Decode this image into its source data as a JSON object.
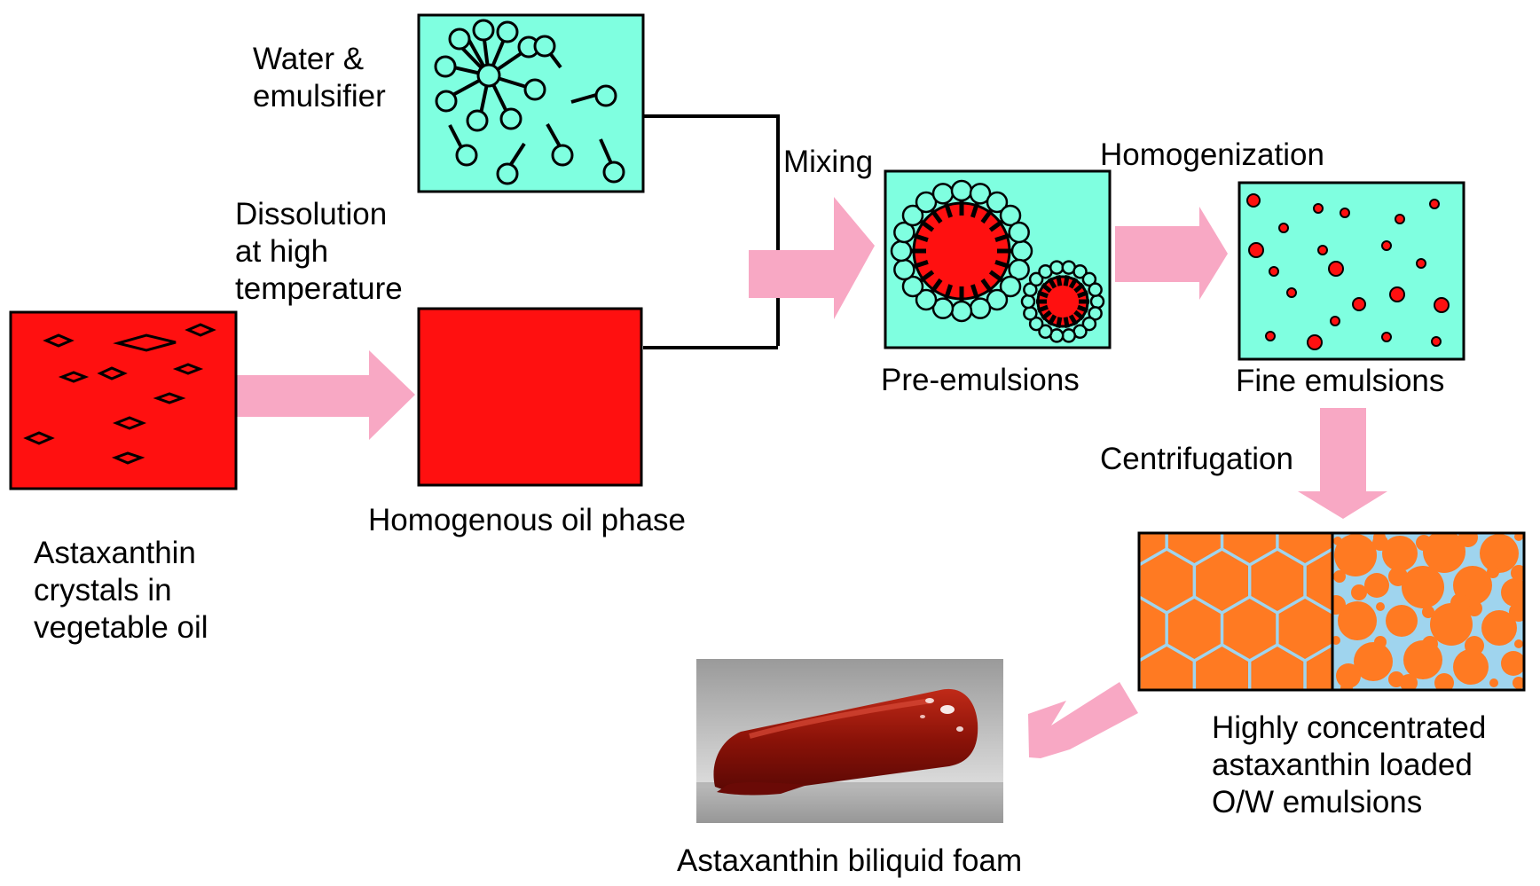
{
  "diagram": {
    "labels": {
      "water_emulsifier": "Water &\nemulsifier",
      "dissolution": "Dissolution\nat high\ntemperature",
      "mixing": "Mixing",
      "homogenization": "Homogenization",
      "pre_emulsions": "Pre-emulsions",
      "fine_emulsions": "Fine emulsions",
      "centrifugation": "Centrifugation",
      "astaxanthin_crystals": "Astaxanthin\ncrystals in\nvegetable oil",
      "homogenous_oil": "Homogenous oil phase",
      "concentrated": "Highly concentrated\nastaxanthin loaded\nO/W emulsions",
      "biliquid_foam": "Astaxanthin biliquid foam"
    },
    "colors": {
      "oil_red": "#ff1010",
      "aqueous_cyan": "#7fffe0",
      "arrow_pink": "#f8a8c4",
      "foam_orange": "#ff7a22",
      "foam_border_blue": "#9fd4ee",
      "outline": "#000000",
      "photo_gel": "#8a1208",
      "photo_background": "#b8b8b8"
    }
  }
}
